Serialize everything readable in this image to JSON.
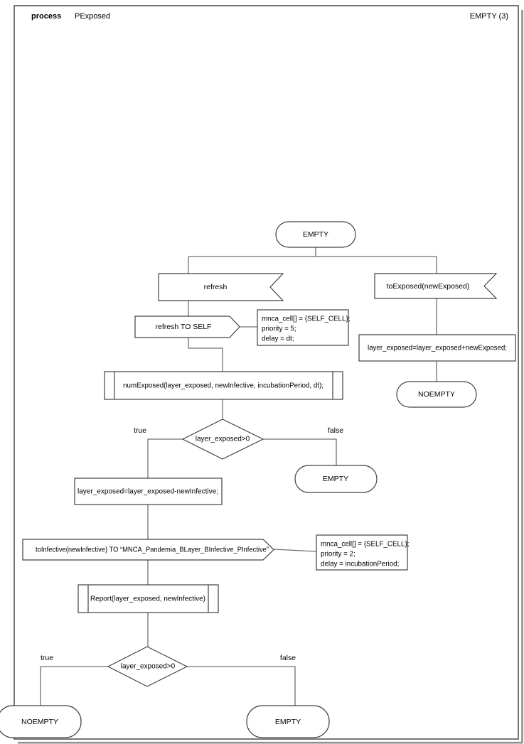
{
  "header": {
    "kind_label": "process",
    "process_name": "PExposed",
    "page_label": "EMPTY (3)"
  },
  "colors": {
    "background": "#ffffff",
    "shape_fill": "#ffffff",
    "shape_border": "#404040",
    "connector": "#707070",
    "frame_shadow": "#8f8f8f",
    "text": "#000000"
  },
  "nodes": {
    "state_empty_start": {
      "label": "EMPTY"
    },
    "input_refresh": {
      "label": "refresh"
    },
    "output_refresh_to_self": {
      "label": "refresh TO SELF"
    },
    "comment_refresh": {
      "lines": [
        "mnca_cell[] = {SELF_CELL};",
        "priority = 5;",
        "delay = dt;"
      ]
    },
    "proc_num_exposed": {
      "label": "numExposed(layer_exposed, newInfective, incubationPeriod, dt);"
    },
    "decision_exposed_1": {
      "label": "layer_exposed>0",
      "true_label": "true",
      "false_label": "false"
    },
    "state_empty_false_1": {
      "label": "EMPTY"
    },
    "task_subtract_infective": {
      "label": "layer_exposed=layer_exposed-newInfective;"
    },
    "output_to_infective": {
      "label": "toInfective(newInfective) TO “MNCA_Pandemia_BLayer_BInfective_PInfective”"
    },
    "comment_to_infective": {
      "lines": [
        "mnca_cell[] = {SELF_CELL};",
        "priority = 2;",
        "delay = incubationPeriod;"
      ]
    },
    "proc_report": {
      "label": "Report(layer_exposed, newInfective)"
    },
    "decision_exposed_2": {
      "label": "layer_exposed>0",
      "true_label": "true",
      "false_label": "false"
    },
    "state_noempty_bottom": {
      "label": "NOEMPTY"
    },
    "state_empty_bottom": {
      "label": "EMPTY"
    },
    "input_to_exposed": {
      "label": "toExposed(newExposed)"
    },
    "task_add_exposed": {
      "label": "layer_exposed=layer_exposed+newExposed;"
    },
    "state_noempty_right": {
      "label": "NOEMPTY"
    }
  }
}
